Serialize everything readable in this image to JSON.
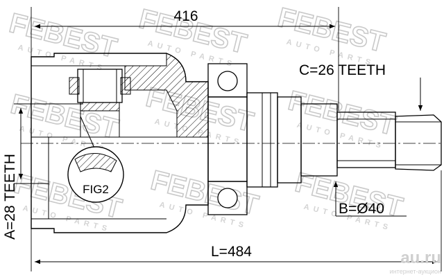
{
  "diagram": {
    "dimensions": {
      "top_length": "416",
      "total_length": "L=484",
      "spline_c": "C=26 TEETH",
      "spline_a": "A=28 TEETH",
      "diameter_b": "B=Ø40"
    },
    "callout": "FIG2"
  },
  "watermark": {
    "brand": "FEBEST",
    "sub": "AUTO PARTS"
  },
  "corner_mark": {
    "site": "au.ru",
    "tagline": "интернет-аукцион"
  },
  "colors": {
    "line": "#000000",
    "watermark": "#c9c9c9",
    "background": "#ffffff"
  }
}
